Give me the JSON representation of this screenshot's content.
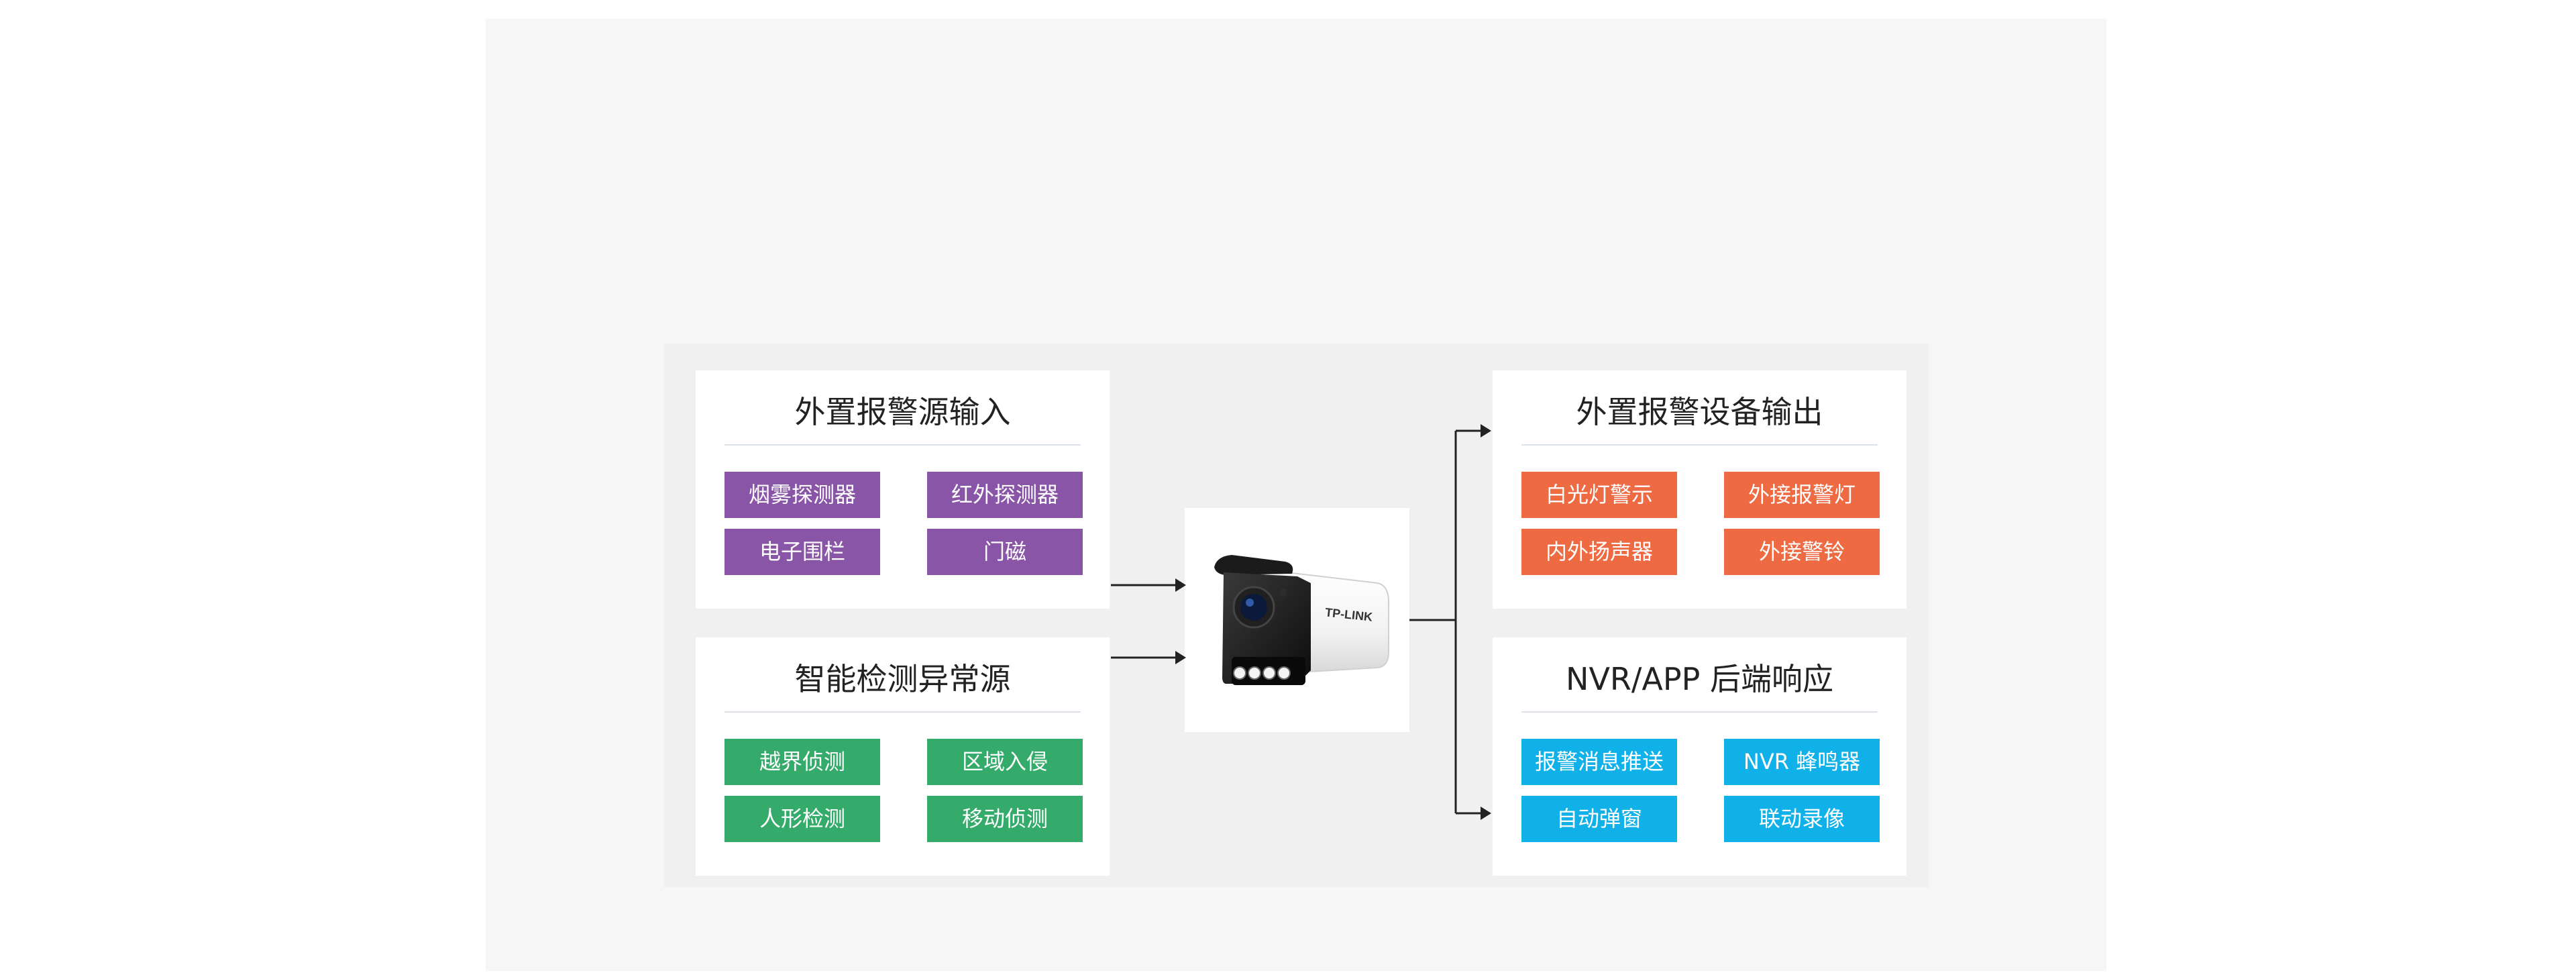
{
  "colors": {
    "input_tag": "#8955a6",
    "smart_tag": "#34ab6a",
    "output_tag": "#ed6a43",
    "backend_tag": "#10b0e8",
    "line": "#222222"
  },
  "cards": {
    "alarm_input": {
      "title": "外置报警源输入",
      "tags": [
        "烟雾探测器",
        "红外探测器",
        "电子围栏",
        "门磁"
      ]
    },
    "smart_detection": {
      "title": "智能检测异常源",
      "tags": [
        "越界侦测",
        "区域入侵",
        "人形检测",
        "移动侦测"
      ]
    },
    "alarm_output": {
      "title": "外置报警设备输出",
      "tags": [
        "白光灯警示",
        "外接报警灯",
        "内外扬声器",
        "外接警铃"
      ]
    },
    "backend_response": {
      "title": "NVR/APP 后端响应",
      "tags": [
        "报警消息推送",
        "NVR 蜂鸣器",
        "自动弹窗",
        "联动录像"
      ]
    }
  },
  "camera": {
    "icon": "security-camera-icon",
    "brand": "TP-LINK"
  }
}
